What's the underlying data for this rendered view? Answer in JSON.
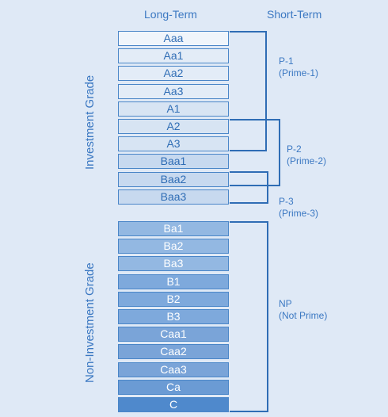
{
  "header": {
    "long_term": "Long-Term",
    "short_term": "Short-Term"
  },
  "groups": {
    "investment": "Investment Grade",
    "non_investment": "Non-Investment Grade"
  },
  "long_term": {
    "investment": [
      {
        "label": "Aaa",
        "fill": "#f0f5fb",
        "text": "#2f6db5"
      },
      {
        "label": "Aa1",
        "fill": "#e3ecf7",
        "text": "#2f6db5"
      },
      {
        "label": "Aa2",
        "fill": "#e3ecf7",
        "text": "#2f6db5"
      },
      {
        "label": "Aa3",
        "fill": "#e3ecf7",
        "text": "#2f6db5"
      },
      {
        "label": "A1",
        "fill": "#d7e4f3",
        "text": "#2f6db5"
      },
      {
        "label": "A2",
        "fill": "#d7e4f3",
        "text": "#2f6db5"
      },
      {
        "label": "A3",
        "fill": "#d7e4f3",
        "text": "#2f6db5"
      },
      {
        "label": "Baa1",
        "fill": "#c7d9ef",
        "text": "#2f6db5"
      },
      {
        "label": "Baa2",
        "fill": "#c7d9ef",
        "text": "#2f6db5"
      },
      {
        "label": "Baa3",
        "fill": "#c7d9ef",
        "text": "#2f6db5"
      }
    ],
    "non_investment": [
      {
        "label": "Ba1",
        "fill": "#93b8e2",
        "text": "#ffffff"
      },
      {
        "label": "Ba2",
        "fill": "#93b8e2",
        "text": "#ffffff"
      },
      {
        "label": "Ba3",
        "fill": "#93b8e2",
        "text": "#ffffff"
      },
      {
        "label": "B1",
        "fill": "#7ea9dc",
        "text": "#ffffff"
      },
      {
        "label": "B2",
        "fill": "#7ea9dc",
        "text": "#ffffff"
      },
      {
        "label": "B3",
        "fill": "#7ea9dc",
        "text": "#ffffff"
      },
      {
        "label": "Caa1",
        "fill": "#7aa4d8",
        "text": "#ffffff"
      },
      {
        "label": "Caa2",
        "fill": "#7aa4d8",
        "text": "#ffffff"
      },
      {
        "label": "Caa3",
        "fill": "#7aa4d8",
        "text": "#ffffff"
      },
      {
        "label": "Ca",
        "fill": "#6b9bd4",
        "text": "#ffffff"
      },
      {
        "label": "C",
        "fill": "#4f89cc",
        "text": "#ffffff"
      }
    ]
  },
  "short_term": [
    {
      "line1": "P-1",
      "line2": "(Prime-1)"
    },
    {
      "line1": "P-2",
      "line2": "(Prime-2)"
    },
    {
      "line1": "P-3",
      "line2": "(Prime-3)"
    },
    {
      "line1": "NP",
      "line2": "(Not Prime)"
    }
  ],
  "colors": {
    "background": "#dfe9f6",
    "accent": "#3b78c2",
    "bracket": "#2f6db5"
  }
}
